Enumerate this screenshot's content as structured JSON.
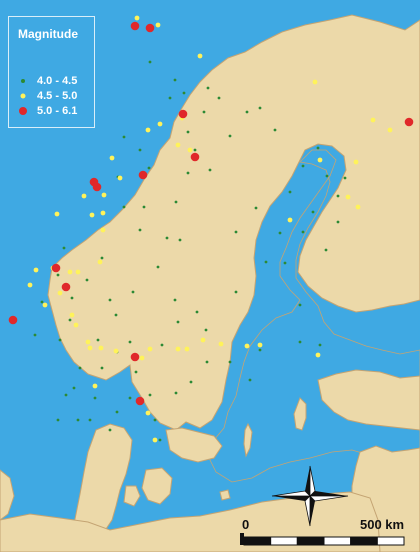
{
  "colors": {
    "sea": "#3fa9e3",
    "land": "#ecd9a9",
    "coast": "#c4a473",
    "small": "#2c8a34",
    "medium": "#fff35a",
    "large": "#e0282a",
    "legend_bg": "#3fa9e3",
    "scale_dark": "#111111",
    "scale_light": "#ffffff"
  },
  "legend": {
    "title": "Magnitude",
    "items": [
      {
        "label": "4.0 - 4.5",
        "class": "small"
      },
      {
        "label": "4.5 - 5.0",
        "class": "medium"
      },
      {
        "label": "5.0 - 6.1",
        "class": "large"
      }
    ]
  },
  "scale_bar": {
    "start_label": "0",
    "end_label": "500 km",
    "segments": 6
  },
  "compass": {
    "icon": "compass-rose-icon"
  },
  "earthquakes": {
    "small": [
      [
        195,
        150
      ],
      [
        204,
        112
      ],
      [
        219,
        98
      ],
      [
        247,
        112
      ],
      [
        230,
        136
      ],
      [
        188,
        173
      ],
      [
        176,
        202
      ],
      [
        167,
        238
      ],
      [
        158,
        267
      ],
      [
        133,
        292
      ],
      [
        116,
        315
      ],
      [
        98,
        340
      ],
      [
        70,
        320
      ],
      [
        60,
        340
      ],
      [
        80,
        368
      ],
      [
        74,
        388
      ],
      [
        95,
        398
      ],
      [
        90,
        420
      ],
      [
        110,
        430
      ],
      [
        117,
        412
      ],
      [
        136,
        372
      ],
      [
        150,
        395
      ],
      [
        155,
        420
      ],
      [
        160,
        440
      ],
      [
        176,
        393
      ],
      [
        191,
        382
      ],
      [
        207,
        362
      ],
      [
        197,
        312
      ],
      [
        178,
        322
      ],
      [
        236,
        292
      ],
      [
        236,
        232
      ],
      [
        266,
        262
      ],
      [
        256,
        208
      ],
      [
        280,
        233
      ],
      [
        290,
        192
      ],
      [
        303,
        166
      ],
      [
        318,
        148
      ],
      [
        327,
        176
      ],
      [
        338,
        196
      ],
      [
        313,
        212
      ],
      [
        303,
        232
      ],
      [
        285,
        263
      ],
      [
        326,
        250
      ],
      [
        338,
        222
      ],
      [
        345,
        178
      ],
      [
        275,
        130
      ],
      [
        260,
        108
      ],
      [
        140,
        150
      ],
      [
        124,
        137
      ],
      [
        118,
        177
      ],
      [
        124,
        207
      ],
      [
        144,
        207
      ],
      [
        170,
        98
      ],
      [
        184,
        93
      ],
      [
        210,
        170
      ],
      [
        180,
        240
      ],
      [
        140,
        230
      ],
      [
        102,
        258
      ],
      [
        72,
        298
      ],
      [
        87,
        280
      ],
      [
        64,
        248
      ],
      [
        42,
        302
      ],
      [
        35,
        335
      ],
      [
        58,
        275
      ],
      [
        110,
        300
      ],
      [
        117,
        352
      ],
      [
        102,
        368
      ],
      [
        130,
        398
      ],
      [
        206,
        330
      ],
      [
        230,
        362
      ],
      [
        250,
        380
      ],
      [
        260,
        350
      ],
      [
        130,
        342
      ],
      [
        162,
        345
      ],
      [
        175,
        300
      ],
      [
        300,
        305
      ],
      [
        320,
        345
      ],
      [
        300,
        342
      ],
      [
        66,
        395
      ],
      [
        58,
        420
      ],
      [
        78,
        420
      ],
      [
        150,
        62
      ],
      [
        175,
        80
      ],
      [
        182,
        118
      ],
      [
        149,
        168
      ],
      [
        188,
        132
      ],
      [
        208,
        88
      ]
    ],
    "medium": [
      [
        137,
        18
      ],
      [
        158,
        25
      ],
      [
        200,
        56
      ],
      [
        182,
        118
      ],
      [
        178,
        145
      ],
      [
        190,
        150
      ],
      [
        160,
        124
      ],
      [
        148,
        130
      ],
      [
        112,
        158
      ],
      [
        120,
        178
      ],
      [
        104,
        195
      ],
      [
        103,
        213
      ],
      [
        103,
        230
      ],
      [
        100,
        262
      ],
      [
        70,
        272
      ],
      [
        78,
        272
      ],
      [
        53,
        268
      ],
      [
        36,
        270
      ],
      [
        30,
        285
      ],
      [
        45,
        305
      ],
      [
        60,
        293
      ],
      [
        72,
        315
      ],
      [
        76,
        325
      ],
      [
        88,
        342
      ],
      [
        90,
        348
      ],
      [
        101,
        348
      ],
      [
        116,
        351
      ],
      [
        142,
        358
      ],
      [
        150,
        349
      ],
      [
        178,
        349
      ],
      [
        187,
        349
      ],
      [
        203,
        340
      ],
      [
        221,
        344
      ],
      [
        247,
        346
      ],
      [
        260,
        345
      ],
      [
        315,
        82
      ],
      [
        320,
        160
      ],
      [
        356,
        162
      ],
      [
        348,
        197
      ],
      [
        358,
        207
      ],
      [
        290,
        220
      ],
      [
        373,
        120
      ],
      [
        390,
        130
      ],
      [
        318,
        355
      ],
      [
        148,
        413
      ],
      [
        155,
        440
      ],
      [
        95,
        386
      ],
      [
        57,
        214
      ],
      [
        84,
        196
      ],
      [
        92,
        215
      ]
    ],
    "large": [
      [
        135,
        26
      ],
      [
        150,
        28
      ],
      [
        183,
        114
      ],
      [
        195,
        157
      ],
      [
        143,
        175
      ],
      [
        94,
        182
      ],
      [
        97,
        187
      ],
      [
        56,
        268
      ],
      [
        66,
        287
      ],
      [
        13,
        320
      ],
      [
        135,
        357
      ],
      [
        140,
        401
      ],
      [
        409,
        122
      ]
    ]
  }
}
